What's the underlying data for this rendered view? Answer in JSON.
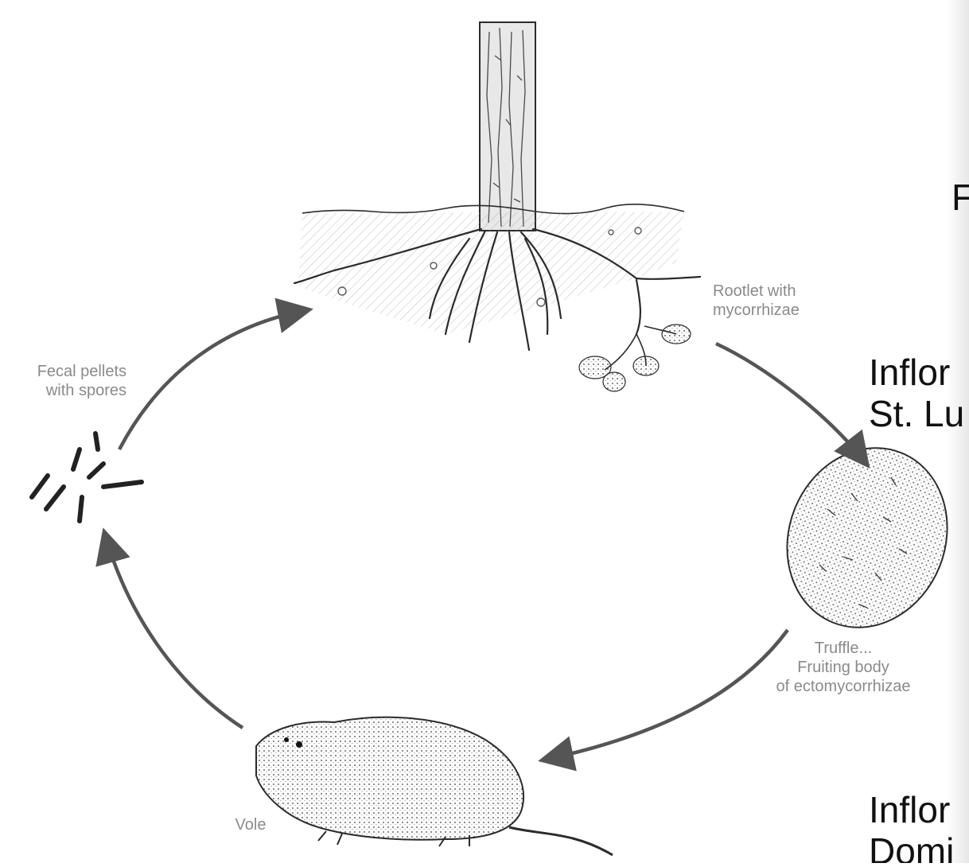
{
  "diagram": {
    "labels": {
      "rootlet": [
        "Rootlet with",
        "mycorrhizae"
      ],
      "truffle": [
        "Truffle...",
        "Fruiting body",
        "of ectomycorrhizae"
      ],
      "vole": [
        "Vole"
      ],
      "fecal": [
        "Fecal pellets",
        "with spores"
      ]
    }
  },
  "side_panel": {
    "fragment_top": "F",
    "heading_1": [
      "Inflor",
      "St. Lu"
    ],
    "heading_2": [
      "Inflor",
      "Domi"
    ]
  },
  "colors": {
    "ink": "#2b2b2b",
    "arrow": "#555555",
    "label_grey": "#8a8a8a",
    "side_text": "#111111"
  }
}
